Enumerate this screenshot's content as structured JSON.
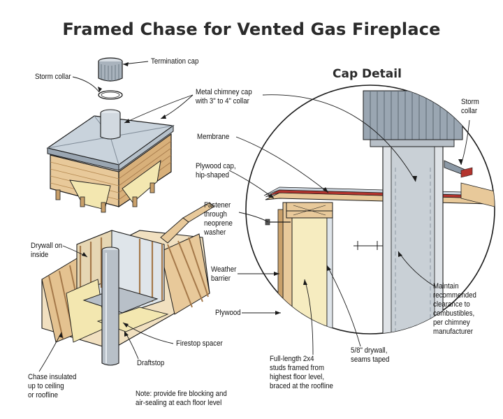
{
  "title": "Framed Chase for Vented Gas Fireplace",
  "subtitle": "Cap Detail",
  "labels": {
    "termination_cap": "Termination cap",
    "storm_collar_left": "Storm collar",
    "metal_chimney_cap_1": "Metal chimney cap",
    "metal_chimney_cap_2": "with 3\" to 4\" collar",
    "membrane": "Membrane",
    "plywood_cap_1": "Plywood cap,",
    "plywood_cap_2": "hip-shaped",
    "fastener_1": "Fastener",
    "fastener_2": "through",
    "fastener_3": "neoprene",
    "fastener_4": "washer",
    "weather_barrier_1": "Weather",
    "weather_barrier_2": "barrier",
    "plywood": "Plywood",
    "drywall_inside_1": "Drywall on",
    "drywall_inside_2": "inside",
    "firestop_spacer": "Firestop spacer",
    "draftstop": "Draftstop",
    "chase_insulated_1": "Chase insulated",
    "chase_insulated_2": "up to ceiling",
    "chase_insulated_3": "or roofline",
    "note_1": "Note: provide fire blocking and",
    "note_2": "air-sealing at each floor level",
    "full_length_1": "Full-length 2x4",
    "full_length_2": "studs framed from",
    "full_length_3": "highest floor level,",
    "full_length_4": "braced at the roofline",
    "drywall_taped_1": "5/8\" drywall,",
    "drywall_taped_2": "seams taped",
    "storm_collar_right_1": "Storm",
    "storm_collar_right_2": "collar",
    "maintain_1": "Maintain",
    "maintain_2": "recommended",
    "maintain_3": "clearance to",
    "maintain_4": "combustibles,",
    "maintain_5": "per chimney",
    "maintain_6": "manufacturer"
  },
  "colors": {
    "wood": "#e8c99a",
    "wood_dark": "#c9a06a",
    "metal": "#c9d3dc",
    "metal_dark": "#8c99a6",
    "pipe": "#b8c0c8",
    "membrane": "#b3342e",
    "insulation": "#f3e7b0",
    "line": "#1a1a1a"
  }
}
